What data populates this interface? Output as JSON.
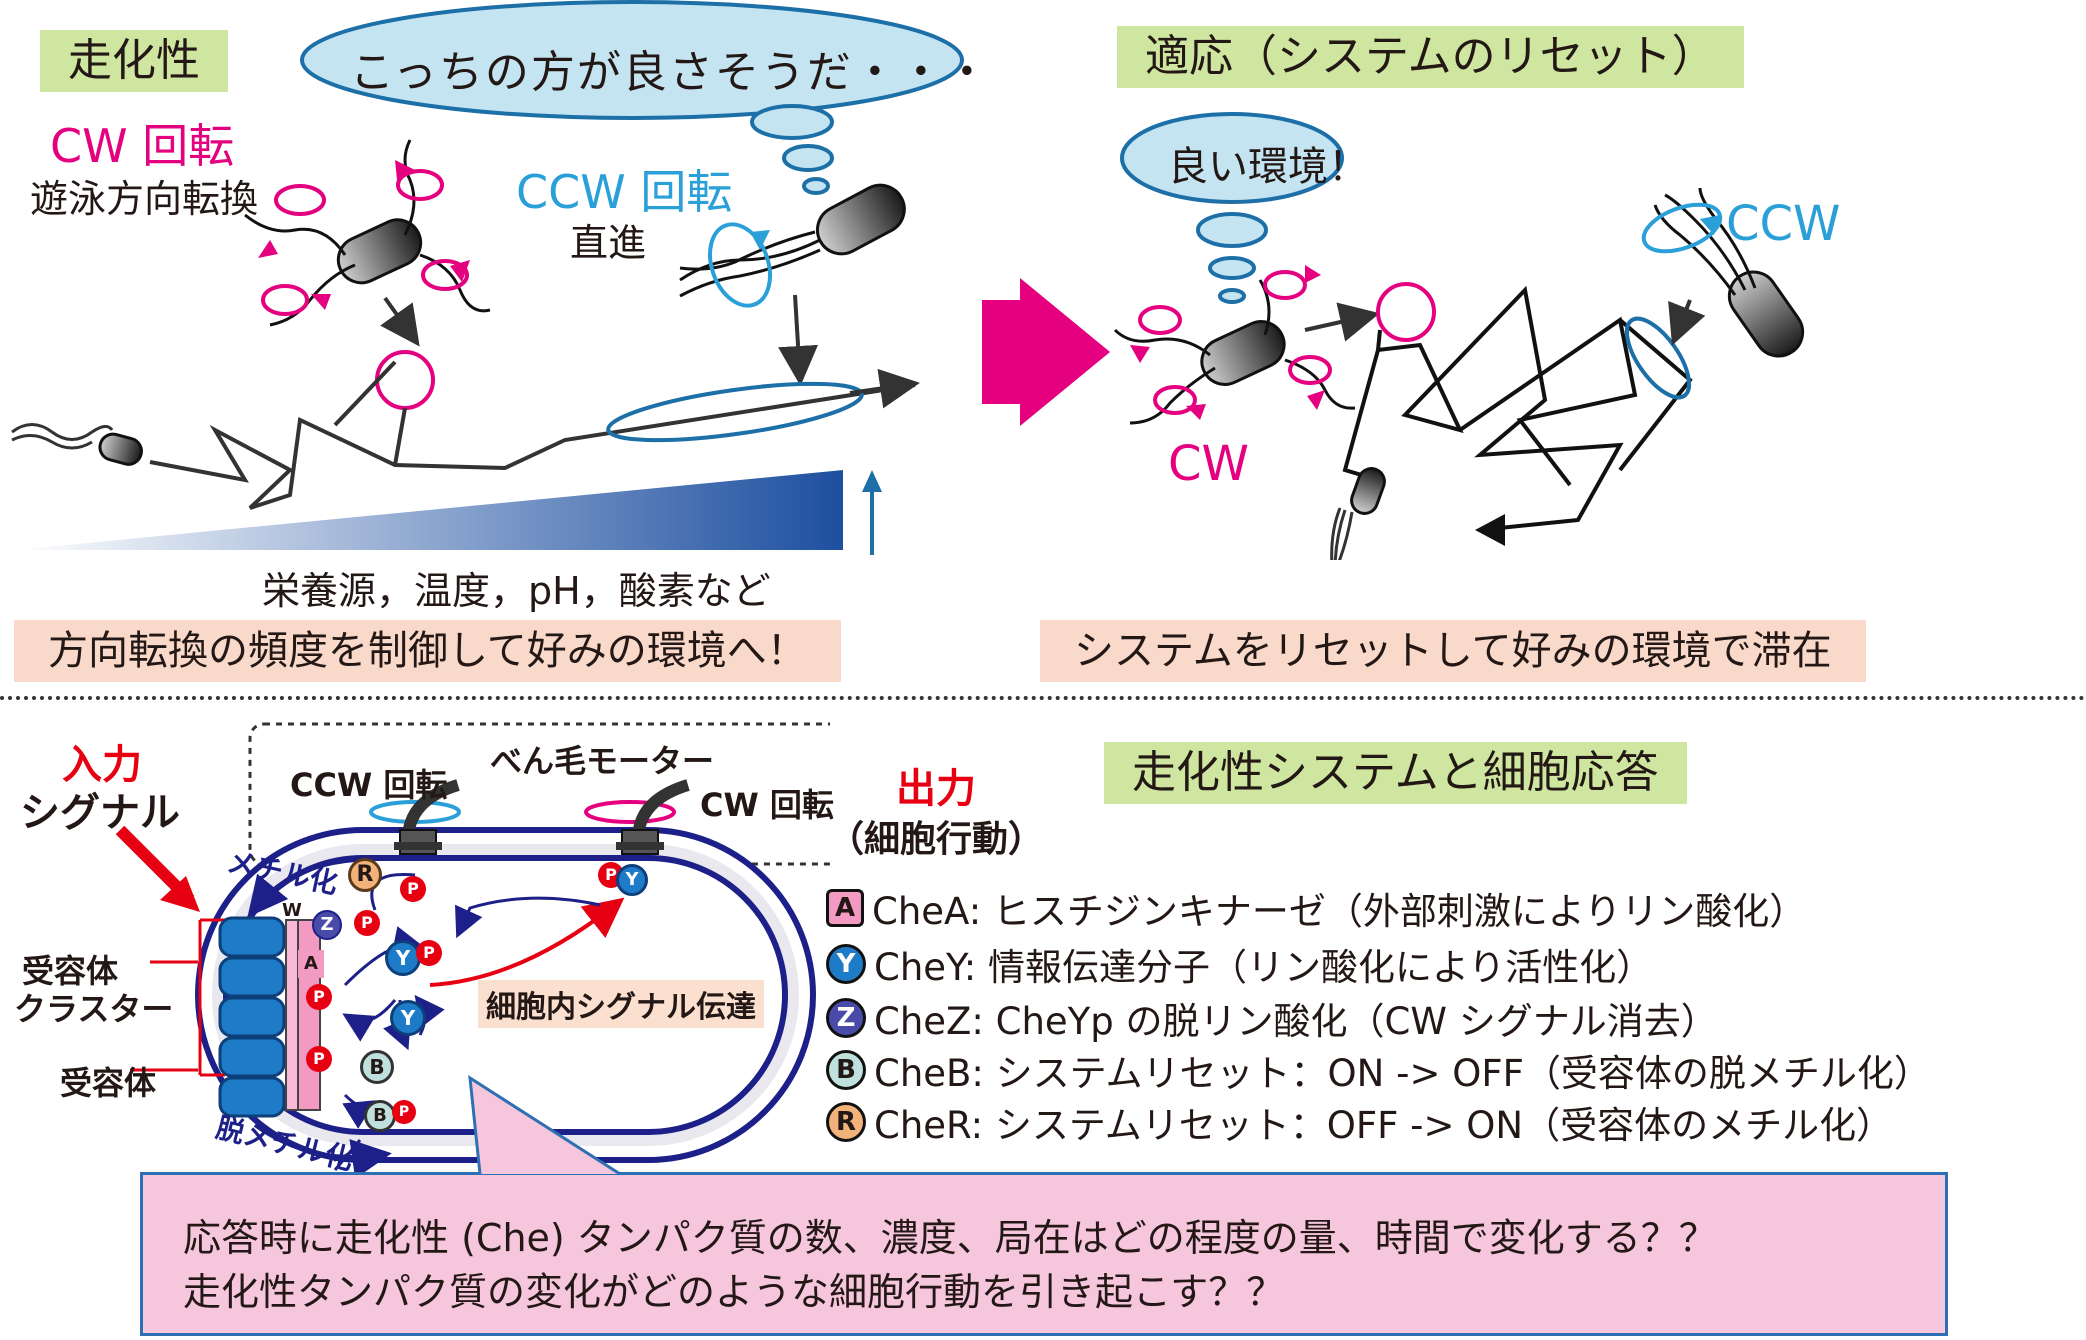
{
  "top_left": {
    "title": "走化性",
    "thought": "こっちの方が良さそうだ・・・",
    "cw_label": "CW 回転",
    "cw_desc": "遊泳方向転換",
    "ccw_label": "CCW 回転",
    "ccw_desc": "直進",
    "gradient_label": "栄養源，温度，pH，酸素など",
    "summary": "方向転換の頻度を制御して好みの環境へ！"
  },
  "top_right": {
    "title": "適応（システムのリセット）",
    "thought": "良い環境！",
    "ccw_label": "CCW",
    "cw_label": "CW",
    "summary": "システムをリセットして好みの環境で滞在"
  },
  "bottom": {
    "title": "走化性システムと細胞応答",
    "input_label_1": "入力",
    "input_label_2": "シグナル",
    "motor_label": "べん毛モーター",
    "ccw_rotation": "CCW 回転",
    "cw_rotation": "CW 回転",
    "output_label_1": "出力",
    "output_label_2": "（細胞行動）",
    "receptor_cluster_1": "受容体",
    "receptor_cluster_2": "クラスター",
    "receptor": "受容体",
    "methylation": "メチル化",
    "demethylation": "脱メチル化",
    "intracellular": "細胞内シグナル伝達",
    "w_label": "W"
  },
  "legend": [
    {
      "badge": "A",
      "text": "CheA: ヒスチジンキナーゼ（外部刺激によりリン酸化）",
      "color": "#e4007f"
    },
    {
      "badge": "Y",
      "text": "CheY: 情報伝達分子（リン酸化により活性化）",
      "color": "#0068b7"
    },
    {
      "badge": "Z",
      "text": "CheZ: CheYp の脱リン酸化（CW シグナル消去）",
      "color": "#4a4aa8"
    },
    {
      "badge": "B",
      "text": "CheB: システムリセット：ON -> OFF（受容体の脱メチル化）",
      "color": "#8fc3c3"
    },
    {
      "badge": "R",
      "text": "CheR: システムリセット：OFF -> ON（受容体のメチル化）",
      "color": "#f2b37a"
    }
  ],
  "questions": [
    "応答時に走化性 (Che) タンパク質の数、濃度、局在はどの程度の量、時間で変化する？？",
    "走化性タンパク質の変化がどのような細胞行動を引き起こす？？"
  ],
  "badges": {
    "A": "A",
    "Y": "Y",
    "Z": "Z",
    "B": "B",
    "R": "R",
    "P": "P"
  },
  "colors": {
    "cw": "#e4007f",
    "ccw": "#2a9fd8",
    "input": "#e60012",
    "thought_fill": "#c5e4f1",
    "thought_stroke": "#1d6fa8"
  }
}
